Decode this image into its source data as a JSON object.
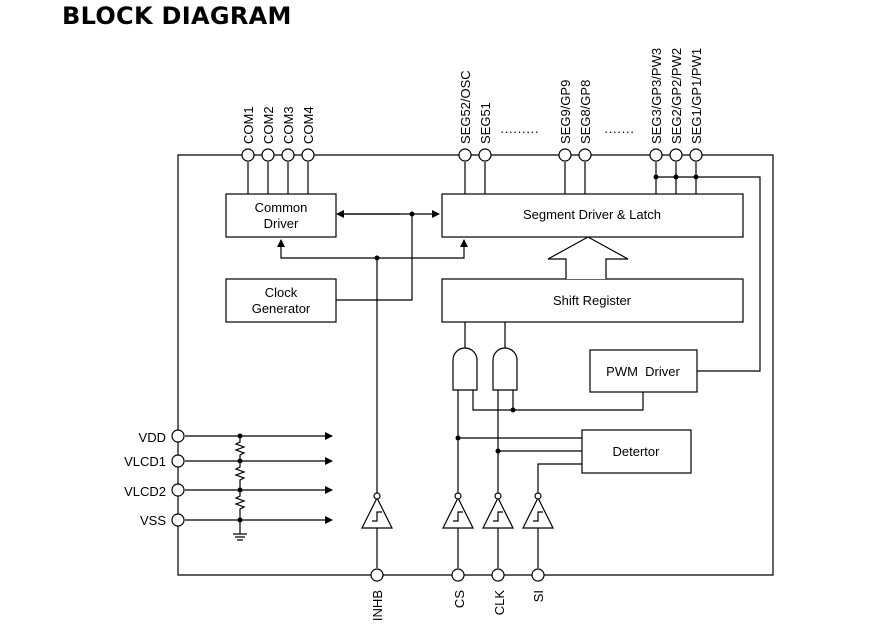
{
  "title": "BLOCK DIAGRAM",
  "top_pins": {
    "com1": "COM1",
    "com2": "COM2",
    "com3": "COM3",
    "com4": "COM4",
    "seg52": "SEG52/OSC",
    "seg51": "SEG51",
    "seg9": "SEG9/GP9",
    "seg8": "SEG8/GP8",
    "seg3": "SEG3/GP3/PW3",
    "seg2": "SEG2/GP2/PW2",
    "seg1": "SEG1/GP1/PW1",
    "ellipsis_1": "·········",
    "ellipsis_2": "·······"
  },
  "left_pins": {
    "vdd": "VDD",
    "vlcd1": "VLCD1",
    "vlcd2": "VLCD2",
    "vss": "VSS"
  },
  "bottom_pins": {
    "inhb": "INHB",
    "cs": "CS",
    "clk": "CLK",
    "si": "SI"
  },
  "blocks": {
    "common_driver": [
      "Common",
      "Driver"
    ],
    "segment_driver": "Segment Driver & Latch",
    "clock_generator": [
      "Clock",
      "Generator"
    ],
    "shift_register": "Shift Register",
    "pwm_driver": "PWM  Driver",
    "detector": "Detertor"
  }
}
